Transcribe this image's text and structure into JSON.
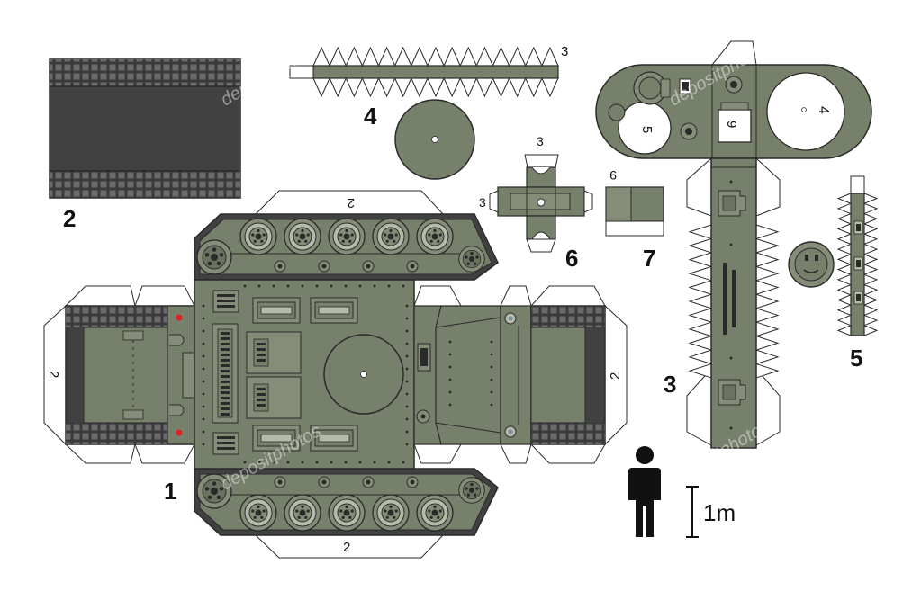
{
  "parts": {
    "p1": "1",
    "p2": "2",
    "p3": "3",
    "p4": "4",
    "p5": "5",
    "p6": "6",
    "p7": "7"
  },
  "flaps": {
    "two": "2",
    "three": "3",
    "four": "4",
    "five": "5",
    "six": "6",
    "nine": "9"
  },
  "scale": {
    "label": "1m"
  },
  "watermark": {
    "text": "depositphotos"
  },
  "colors": {
    "olive": "#77806b",
    "olive_dark": "#5d6554",
    "track": "#414141",
    "track_dark": "#2d2d2d",
    "outline": "#2a2a2a",
    "white": "#ffffff",
    "red": "#e0201c",
    "figure": "#111111"
  },
  "icons": [
    "person-scale-icon",
    "road-wheel-icon",
    "hatch-icon",
    "grille-icon",
    "sawtooth-flap-icon"
  ]
}
